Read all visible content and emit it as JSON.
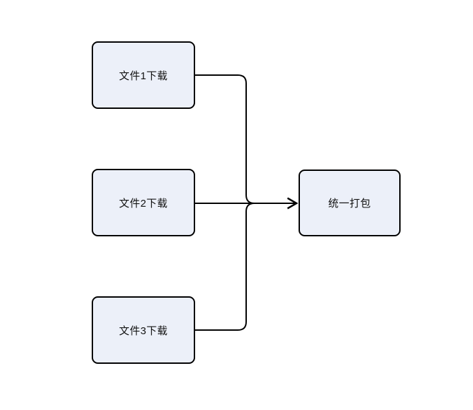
{
  "diagram": {
    "type": "flowchart",
    "direction": "left-to-right",
    "nodes": [
      {
        "id": "file1",
        "label": "文件1下载"
      },
      {
        "id": "file2",
        "label": "文件2下载"
      },
      {
        "id": "file3",
        "label": "文件3下载"
      },
      {
        "id": "pack",
        "label": "统一打包"
      }
    ],
    "edges": [
      {
        "from": "file1",
        "to": "pack",
        "style": "merge-into-trunk"
      },
      {
        "from": "file2",
        "to": "pack",
        "style": "straight",
        "arrowhead": "open-v"
      },
      {
        "from": "file3",
        "to": "pack",
        "style": "merge-into-trunk"
      }
    ],
    "colors": {
      "background": "#FFFFFF",
      "node_fill": "#ECF0F9",
      "node_border": "#000000",
      "edge": "#000000",
      "text": "#111111"
    }
  }
}
